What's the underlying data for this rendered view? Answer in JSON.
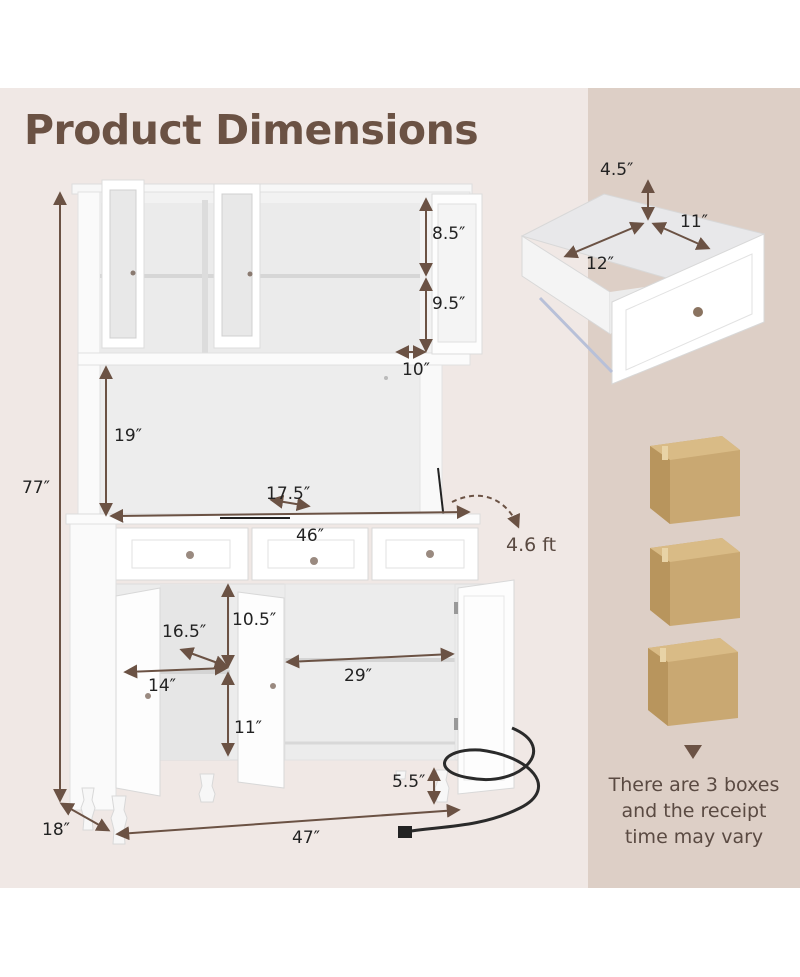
{
  "title": "Product Dimensions",
  "colors": {
    "left_bg": "#f0e8e5",
    "right_bg": "#ddcfc6",
    "title": "#6b5244",
    "arrow": "#6b5244",
    "cabinet": "#ffffff",
    "box": "#c9a872"
  },
  "cabinet_dimensions": {
    "total_height": "77″",
    "depth": "18″",
    "total_width": "47″",
    "upper_shelf_1_height": "8.5″",
    "upper_shelf_2_height": "9.5″",
    "upper_depth": "10″",
    "hutch_opening_height": "19″",
    "counter_depth": "17.5″",
    "counter_width": "46″",
    "side_compartment_depth": "16.5″",
    "side_compartment_upper_height": "10.5″",
    "side_compartment_width": "14″",
    "side_compartment_lower_height": "11″",
    "center_compartment_width": "29″",
    "leg_height": "5.5″",
    "cord_length": "4.6 ft"
  },
  "drawer_dimensions": {
    "height": "4.5″",
    "width": "12″",
    "depth": "11″"
  },
  "shipping": {
    "box_count": 3,
    "note_line_1": "There are 3 boxes",
    "note_line_2": "and the receipt",
    "note_line_3": "time may vary"
  }
}
